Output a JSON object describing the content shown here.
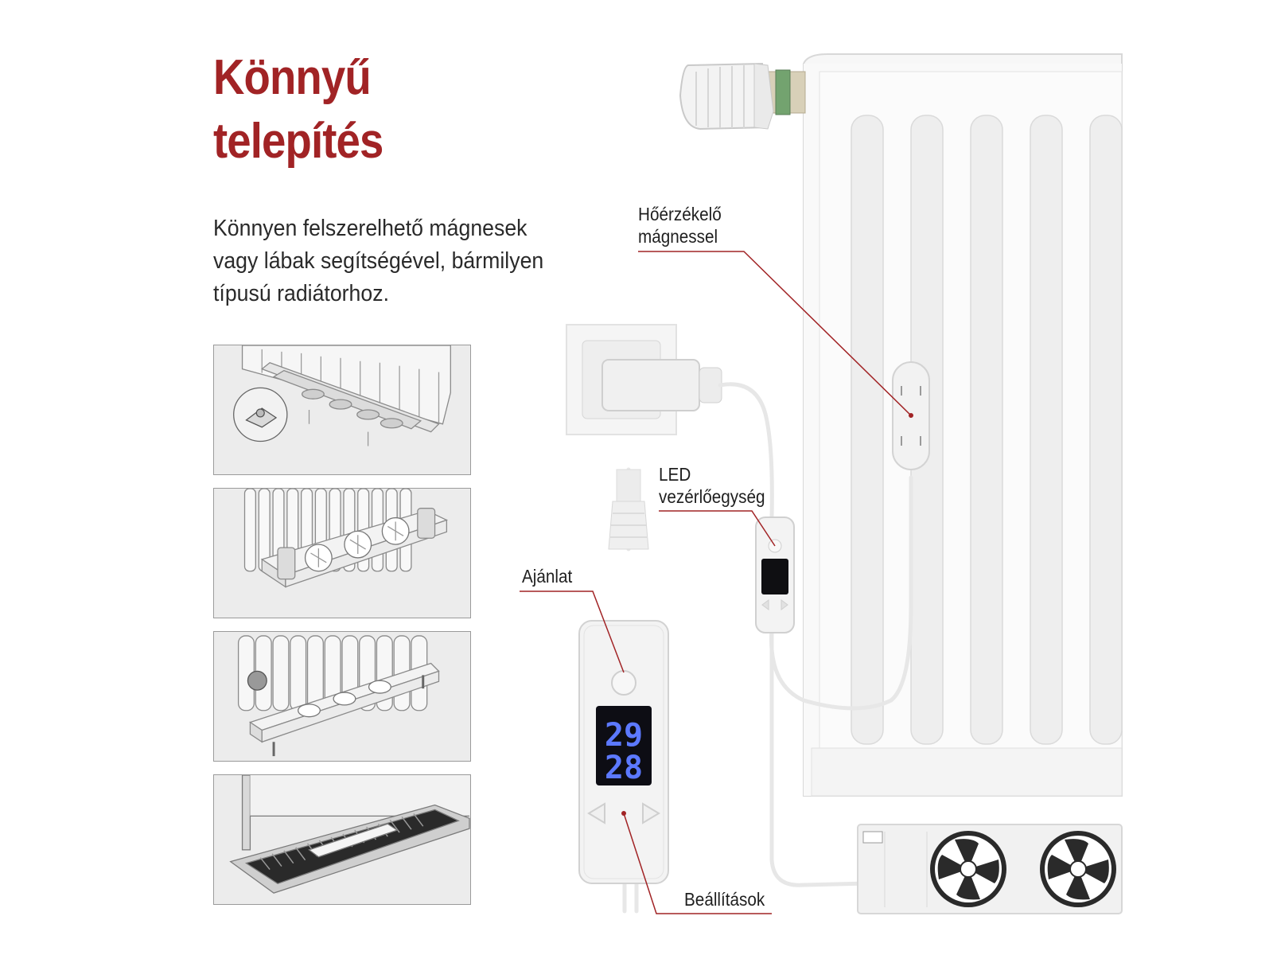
{
  "heading": {
    "line1": "Könnyű",
    "line2": "telepítés"
  },
  "description": {
    "line1": "Könnyen felszerelhető mágnesek",
    "line2": "vagy lábak segítségével, bármilyen",
    "line3": "típusú radiátorhoz."
  },
  "callouts": {
    "sensor": {
      "line1": "Hőérzékelő",
      "line2": "mágnessel"
    },
    "led": {
      "line1": "LED",
      "line2": "vezérlőegység"
    },
    "recommend": "Ajánlat",
    "settings": "Beállítások"
  },
  "display": {
    "value_top": "29",
    "value_bottom": "28"
  },
  "colors": {
    "title": "#a12325",
    "leader_line": "#a12325",
    "display_digits": "#5c79ff",
    "display_bg": "#0d0d14"
  },
  "icons": {
    "thermostat": "thermostat-head-icon",
    "plug": "power-plug-icon",
    "fan": "fan-icon"
  }
}
